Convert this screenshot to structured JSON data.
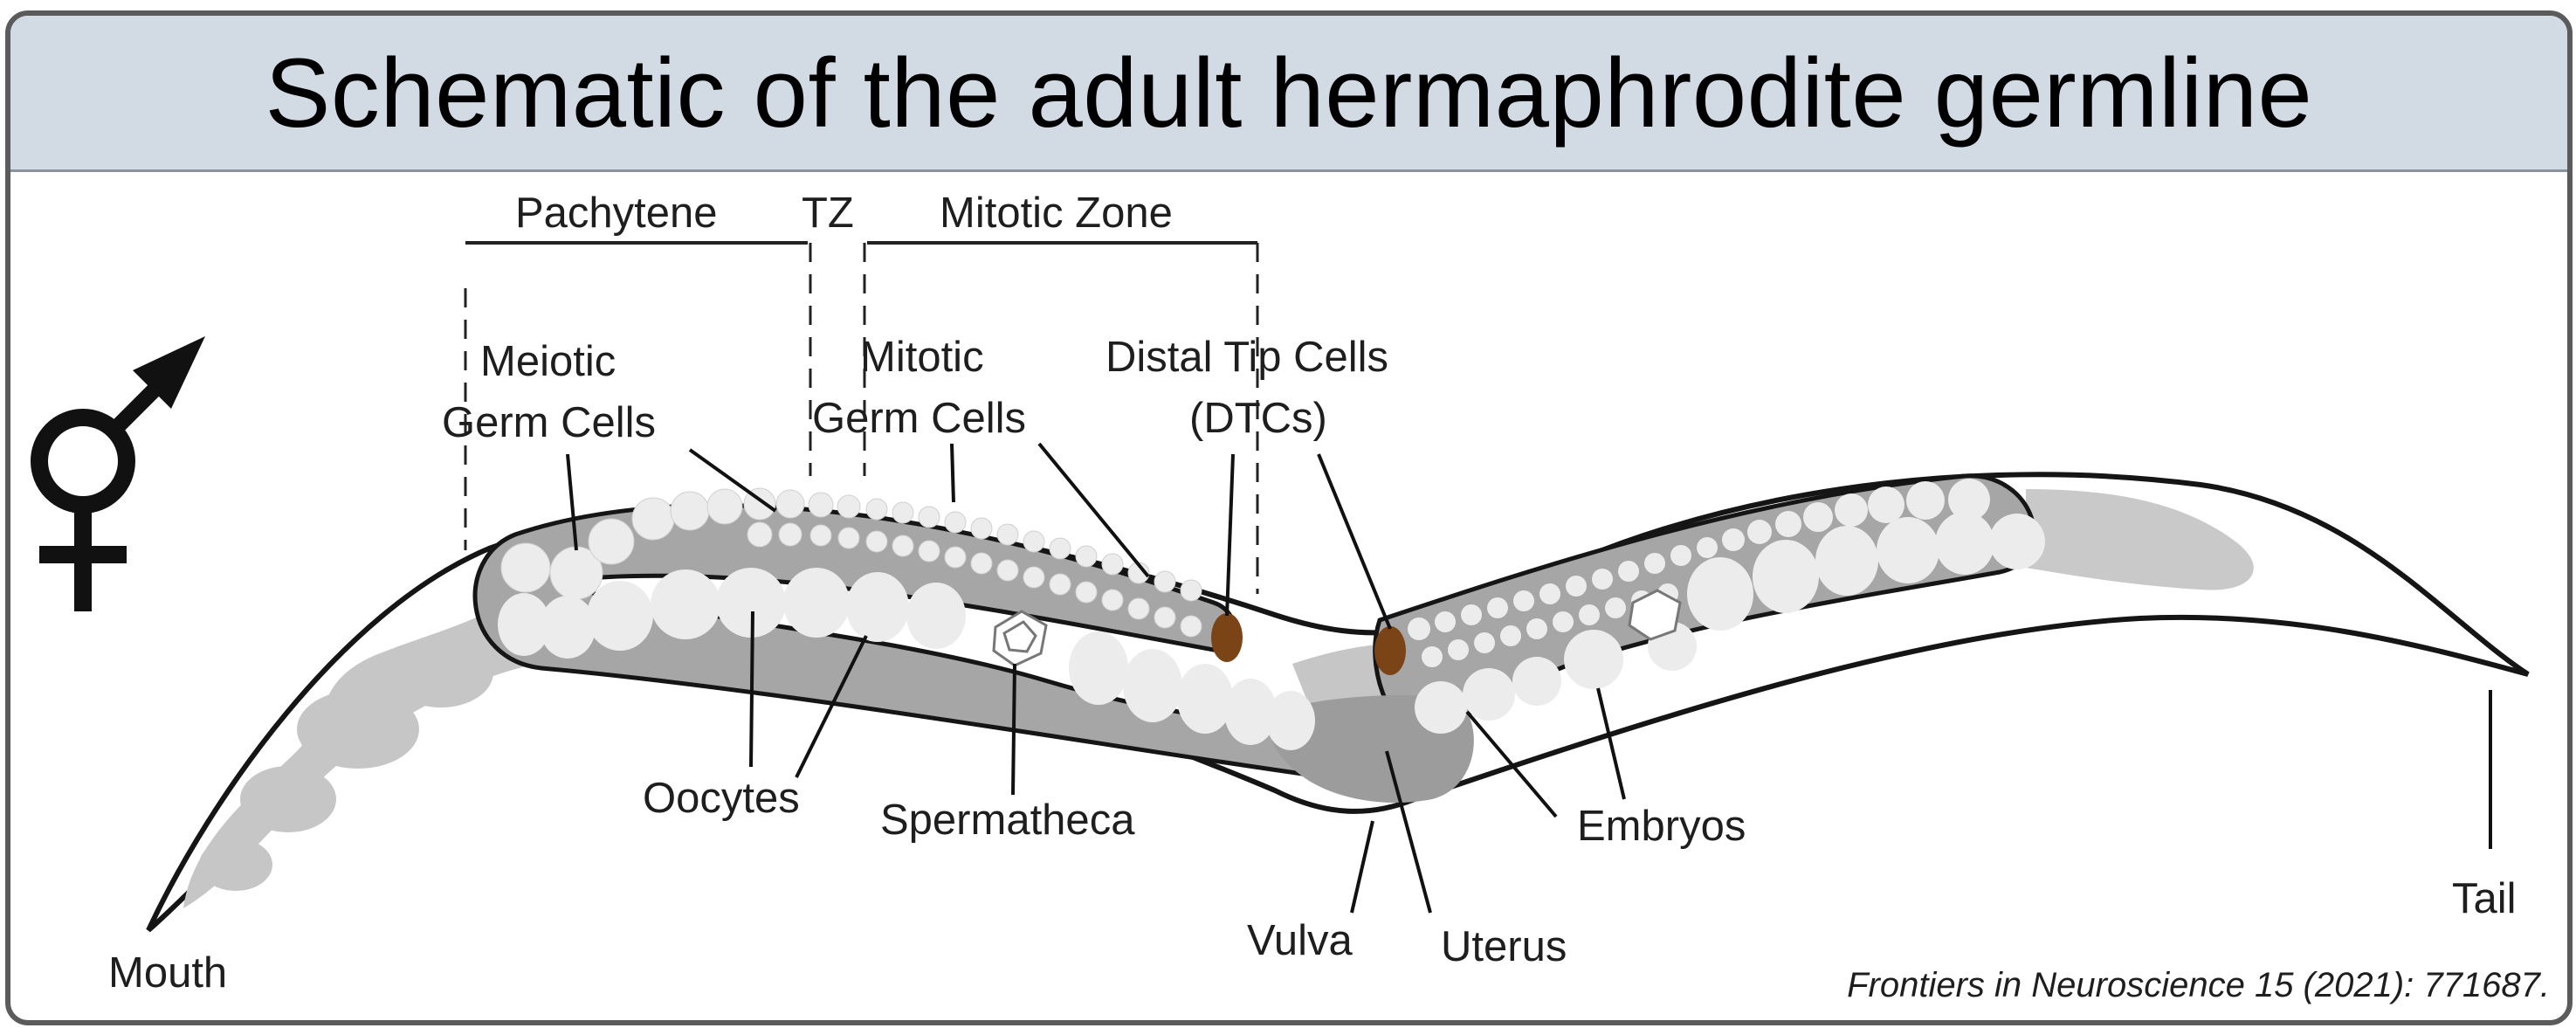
{
  "title": "Schematic of the adult hermaphrodite germline",
  "citation": "Frontiers in Neuroscience 15 (2021): 771687.",
  "zones": {
    "pachytene": "Pachytene",
    "tz": "TZ",
    "mitotic_zone": "Mitotic Zone"
  },
  "labels": {
    "meiotic_line1": "Meiotic",
    "meiotic_line2": "Germ Cells",
    "mitotic_line1": "Mitotic",
    "mitotic_line2": "Germ Cells",
    "dtc_line1": "Distal Tip Cells",
    "dtc_line2": "(DTCs)",
    "oocytes": "Oocytes",
    "spermatheca": "Spermatheca",
    "vulva": "Vulva",
    "uterus": "Uterus",
    "embryos": "Embryos",
    "mouth": "Mouth",
    "tail": "Tail"
  },
  "icons": {
    "hermaphrodite": "hermaphrodite-symbol-icon"
  },
  "colors": {
    "title_bar": "#d2dbe3",
    "frame": "#5b5b5b",
    "gut": "#c8c8c8",
    "gonad": "#a4a4a4",
    "cell": "#ececec",
    "dtc": "#7a4416"
  }
}
